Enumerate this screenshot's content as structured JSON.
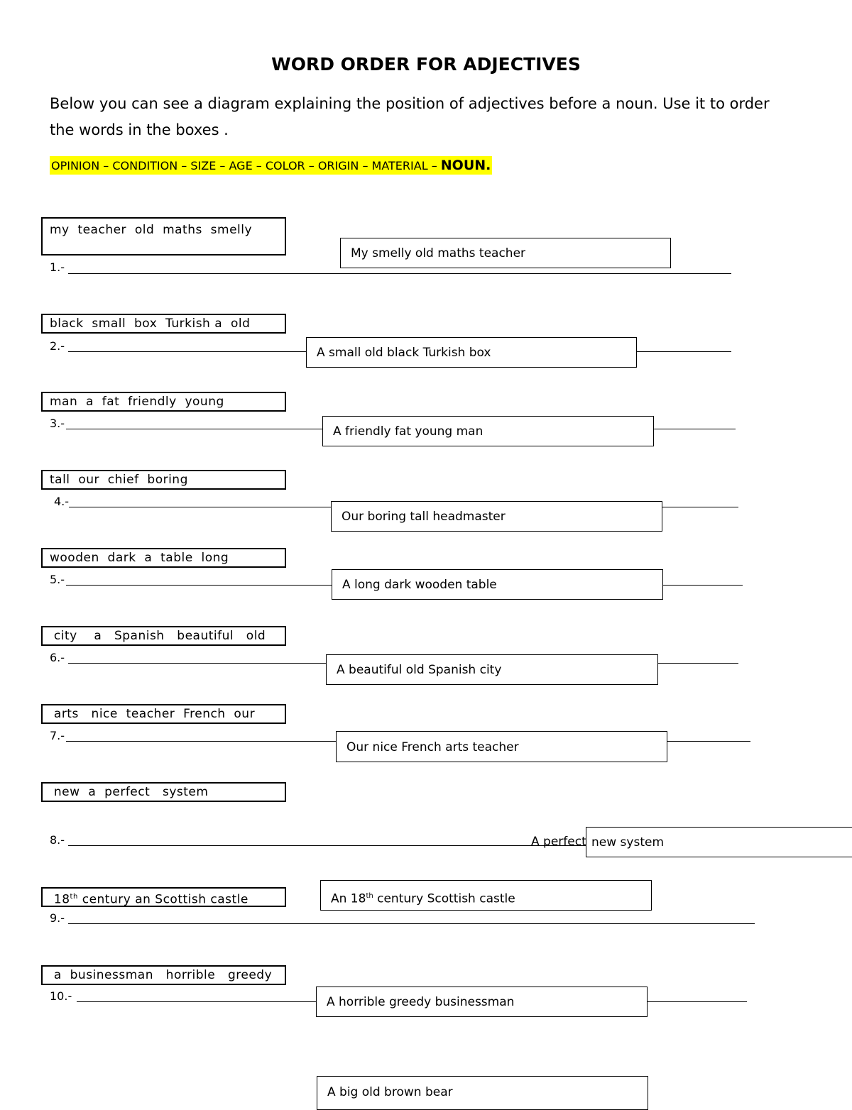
{
  "title": "WORD ORDER FOR ADJECTIVES",
  "intro": "Below you can see a diagram explaining the position of adjectives before a noun. Use it to order the words in the boxes .",
  "order_text": "OPINION – CONDITION – SIZE – AGE – COLOR – ORIGIN – MATERIAL – ",
  "order_noun": "NOUN.",
  "exercises": [
    {
      "num": "1.-",
      "words": "my  teacher  old  maths  smelly",
      "answer": "My smelly old maths teacher"
    },
    {
      "num": "2.-",
      "words": "black  small  box  Turkish a  old",
      "answer": "A small old black Turkish box"
    },
    {
      "num": "3.-",
      "words": "man  a  fat  friendly  young",
      "answer": "A friendly fat young man"
    },
    {
      "num": "4.-",
      "words": "tall  our  chief  boring",
      "answer": "Our boring tall headmaster"
    },
    {
      "num": "5.-",
      "words": "wooden  dark  a  table  long",
      "answer": "A long dark wooden table"
    },
    {
      "num": "6.-",
      "words": " city    a   Spanish   beautiful   old",
      "answer": "A beautiful old Spanish city"
    },
    {
      "num": "7.-",
      "words": " arts   nice  teacher  French  our",
      "answer": "Our nice French arts teacher"
    },
    {
      "num": "8.-",
      "words": " new  a  perfect   system",
      "answer_left": "A perfect",
      "answer": "new system"
    },
    {
      "num": "9.-",
      "words_pre": " 18",
      "words_sup": "th",
      "words_post": " century an Scottish castle",
      "answer_pre": "An 18",
      "answer_sup": "th",
      "answer_post": " century Scottish castle"
    },
    {
      "num": "10.-",
      "words": " a  businessman   horrible   greedy",
      "answer": "A horrible greedy businessman"
    },
    {
      "answer": "A big old brown bear"
    }
  ]
}
